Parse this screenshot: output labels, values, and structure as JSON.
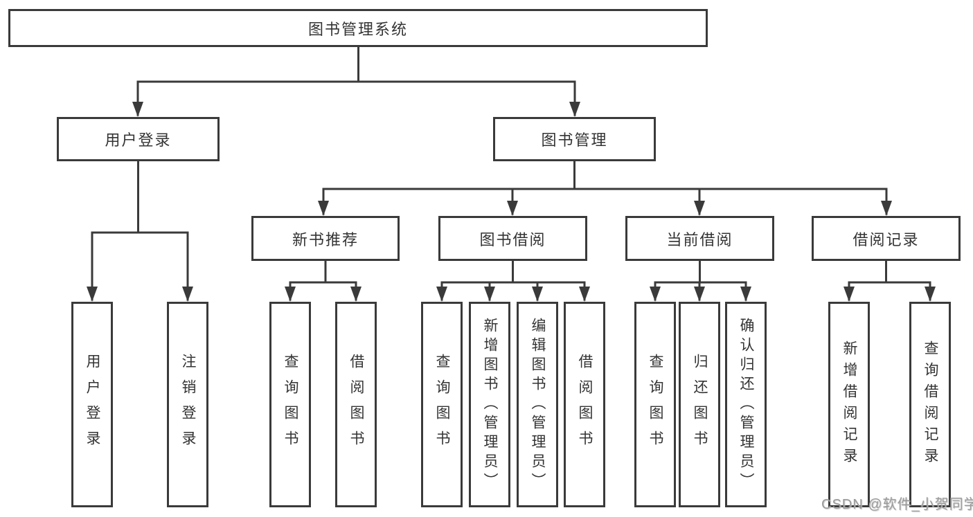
{
  "diagram": {
    "root": "图书管理系统",
    "level1": [
      "用户登录",
      "图书管理"
    ],
    "level2": [
      "新书推荐",
      "图书借阅",
      "当前借阅",
      "借阅记录"
    ],
    "leaves_user": [
      "用户登录",
      "注销登录"
    ],
    "leaves_recommend": [
      "查询图书",
      "借阅图书"
    ],
    "leaves_borrow": [
      "查询图书",
      "新增图书（管理员）",
      "编辑图书（管理员）",
      "借阅图书"
    ],
    "leaves_current": [
      "查询图书",
      "归还图书",
      "确认归还（管理员）"
    ],
    "leaves_records": [
      "新增借阅记录",
      "查询借阅记录"
    ]
  },
  "watermark": "CSDN @软件_小贺同学",
  "colors": {
    "line": "#3a3a3a",
    "box_border": "#3a3a3a",
    "text": "#333333",
    "background": "#ffffff",
    "watermark": "#9b9b9b"
  }
}
